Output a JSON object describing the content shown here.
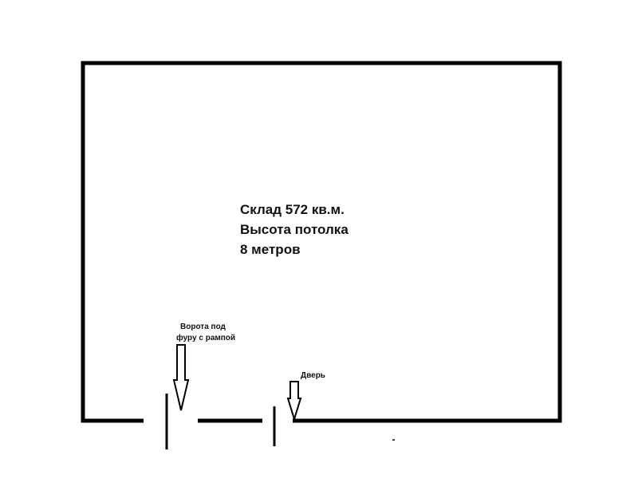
{
  "warehouse": {
    "line1": "Склад 572 кв.м.",
    "line2": "Высота потолка",
    "line3": "8 метров"
  },
  "gate": {
    "line1": "Ворота под",
    "line2": "фуру с рампой"
  },
  "door": {
    "label": "Дверь"
  },
  "colors": {
    "wall": "#000000",
    "background": "#ffffff",
    "text": "#111111"
  }
}
